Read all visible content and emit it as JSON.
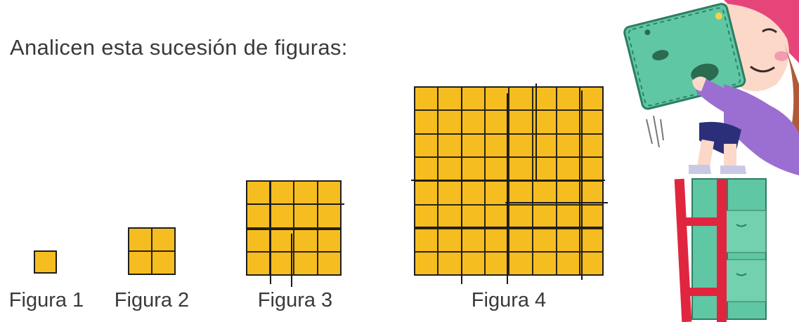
{
  "instruction": "Analicen esta sucesión de figuras:",
  "figures": [
    {
      "label": "Figura 1",
      "grid": 1
    },
    {
      "label": "Figura 2",
      "grid": 2
    },
    {
      "label": "Figura 3",
      "grid": 4
    },
    {
      "label": "Figura 4",
      "grid": 8
    }
  ],
  "colors": {
    "square_fill": "#f5bd1f",
    "grid_line": "#1e1e1e",
    "ladder": "#e0263f",
    "card": "#5fc7a3"
  },
  "icons": [
    "girl-on-ladder-illustration"
  ]
}
